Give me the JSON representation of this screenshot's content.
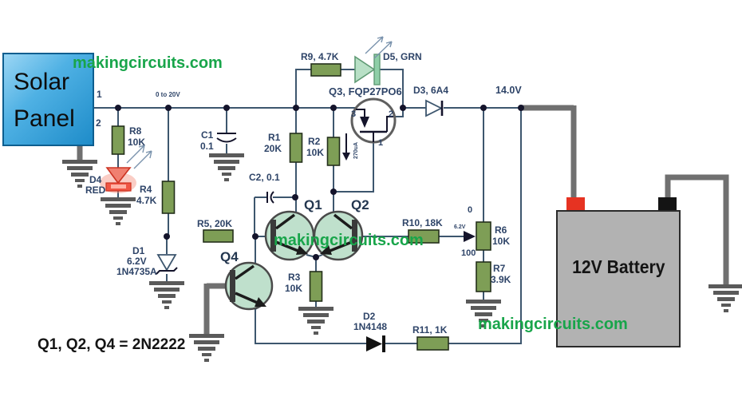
{
  "watermark": {
    "text": "makingcircuits.com",
    "color": "#18a54a"
  },
  "note": "Q1, Q2, Q4 = 2N2222",
  "solar_panel": {
    "line1": "Solar",
    "line2": "Panel",
    "pin1": "1",
    "pin2": "2"
  },
  "battery": {
    "label": "12V Battery"
  },
  "annotations": {
    "panel_output_range": "0 to 20V",
    "charge_voltage": "14.0V",
    "wiper_voltage": "6.2V",
    "pot_scale_top": "0",
    "pot_scale_bottom": "100",
    "gate_current": "270uA"
  },
  "components": {
    "r1": {
      "name": "R1",
      "value": "20K"
    },
    "r2": {
      "name": "R2",
      "value": "10K"
    },
    "r3": {
      "name": "R3",
      "value": "10K"
    },
    "r4": {
      "name": "R4",
      "value": "4.7K"
    },
    "r5": {
      "label": "R5, 20K"
    },
    "r6": {
      "name": "R6",
      "value": "10K"
    },
    "r7": {
      "name": "R7",
      "value": "3.9K"
    },
    "r8": {
      "name": "R8",
      "value": "10K"
    },
    "r9": {
      "label": "R9, 4.7K"
    },
    "r10": {
      "label": "R10, 18K"
    },
    "r11": {
      "label": "R11, 1K"
    },
    "c1": {
      "name": "C1",
      "value": "0.1"
    },
    "c2": {
      "label": "C2, 0.1"
    },
    "d1": {
      "name": "D1",
      "voltage": "6.2V",
      "part": "1N4735A"
    },
    "d2": {
      "name": "D2",
      "part": "1N4148"
    },
    "d3": {
      "label": "D3, 6A4"
    },
    "d4": {
      "name": "D4",
      "color": "RED"
    },
    "d5": {
      "label": "D5, GRN"
    },
    "q1": {
      "name": "Q1"
    },
    "q2": {
      "name": "Q2"
    },
    "q3": {
      "label": "Q3, FQP27PO6",
      "pins": [
        "3",
        "2",
        "1"
      ]
    },
    "q4": {
      "name": "Q4"
    }
  },
  "colors": {
    "watermark_green": "#18a54a",
    "wire": "#3d566e",
    "resistor_fill": "#7e9e56",
    "transistor_fill": "#bfe0cc",
    "led_red": "#ee5544",
    "led_green": "#aedcbf",
    "battery_body": "#b2b2b2",
    "battery_positive_terminal": "#e63322",
    "battery_negative_terminal": "#141414",
    "solar_panel_blue": "#2f9fd8"
  }
}
